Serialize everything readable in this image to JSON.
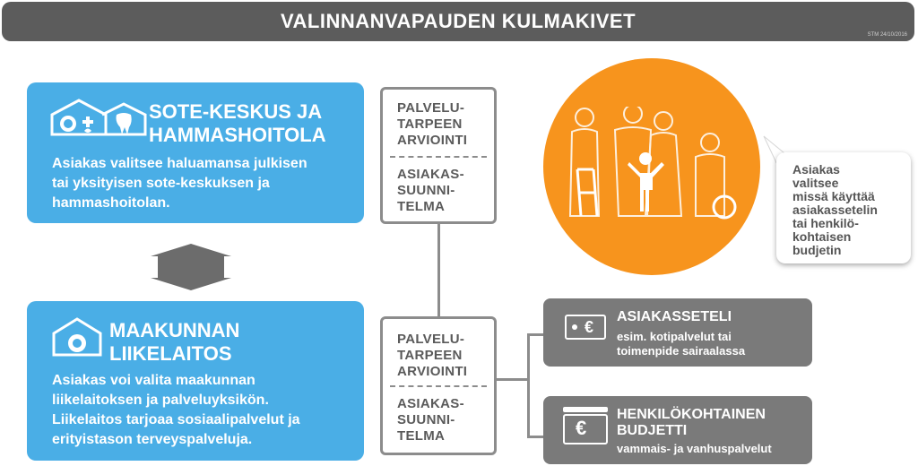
{
  "header": {
    "title": "VALINNANVAPAUDEN KULMAKIVET",
    "stamp": "STM 24/10/2016"
  },
  "sote": {
    "title_line1": "SOTE-KESKUS JA",
    "title_line2": "HAMMASHOITOLA",
    "desc_line1": "Asiakas valitsee haluamansa julkisen",
    "desc_line2": "tai yksityisen sote-keskuksen ja",
    "desc_line3": "hammashoitolan."
  },
  "maakunta": {
    "title_line1": "MAAKUNNAN",
    "title_line2": "LIIKELAITOS",
    "desc_line1": "Asiakas voi valita maakunnan",
    "desc_line2": "liikelaitoksen ja palveluyksikön.",
    "desc_line3": "Liikelaitos tarjoaa sosiaalipalvelut ja",
    "desc_line4": "erityistason terveyspalveluja."
  },
  "assessment": {
    "need_line1": "PALVELU-",
    "need_line2": "TARPEEN",
    "need_line3": "ARVIOINTI",
    "plan_line1": "ASIAKAS-",
    "plan_line2": "SUUNNI-",
    "plan_line3": "TELMA"
  },
  "voucher": {
    "title": "ASIAKASSETELI",
    "sub_line1": "esim. kotipalvelut tai",
    "sub_line2": "toimenpide sairaalassa",
    "symbol": "€"
  },
  "budget": {
    "title_line1": "HENKILÖKOHTAINEN",
    "title_line2": "BUDJETTI",
    "sub": "vammais- ja vanhuspalvelut",
    "symbol": "€"
  },
  "bubble": {
    "line1": "Asiakas",
    "line2": "valitsee",
    "line3": "missä käyttää",
    "line4": "asiakassetelin",
    "line5": "tai henkilö-",
    "line6": "kohtaisen",
    "line7": "budjetin"
  },
  "colors": {
    "blue": "#4aaee6",
    "orange": "#f7941d",
    "gray": "#7a7a7a",
    "dark": "#5c5c5c"
  }
}
